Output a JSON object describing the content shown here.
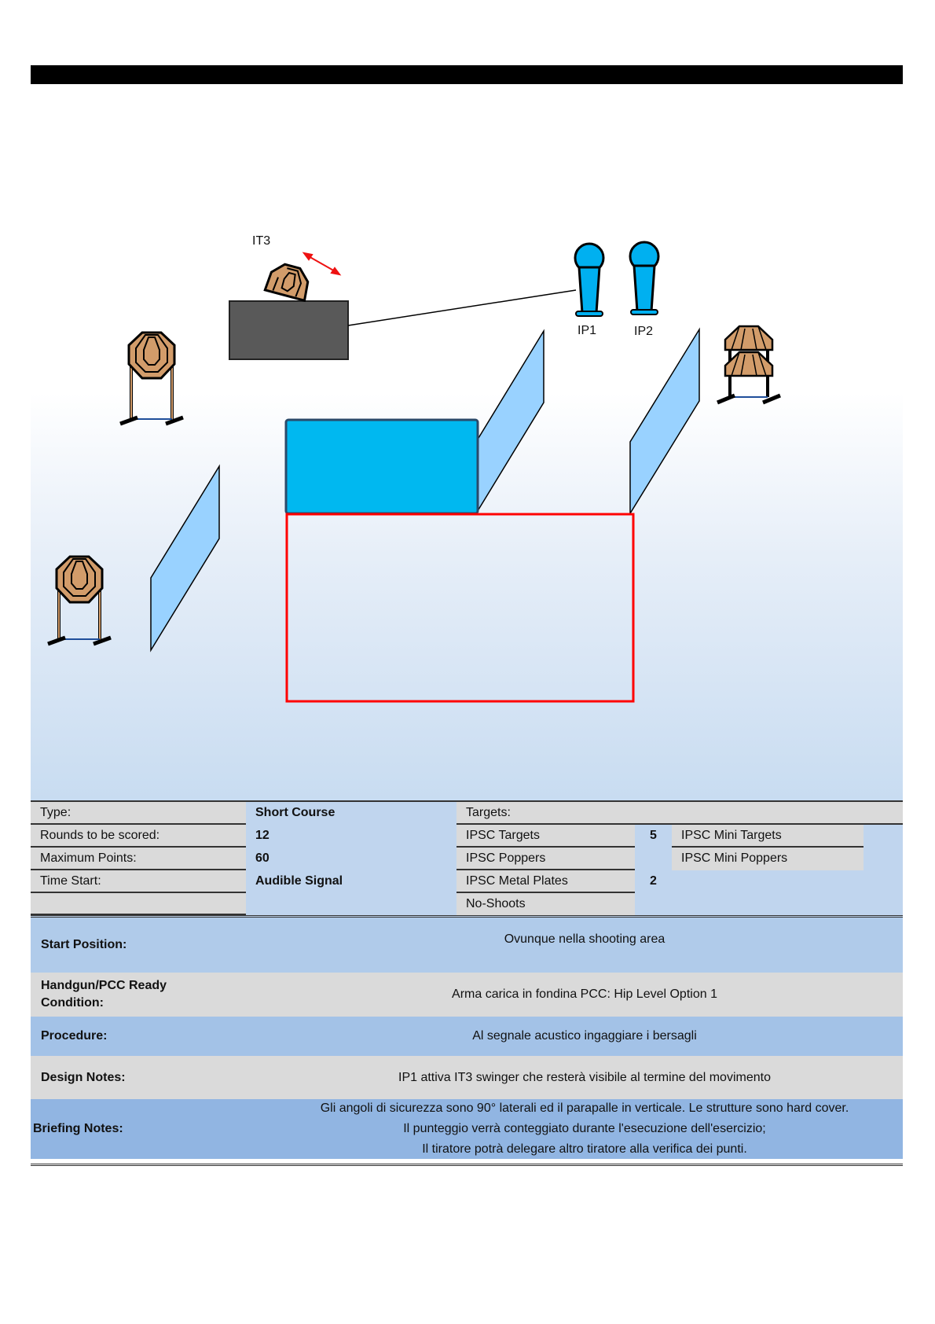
{
  "diagram": {
    "labels": {
      "it3": "IT3",
      "ip1": "IP1",
      "ip2": "IP2"
    }
  },
  "stage_info": {
    "type_label": "Type:",
    "type_value": "Short Course",
    "rounds_label": "Rounds to be scored:",
    "rounds_value": "12",
    "max_points_label": "Maximum Points:",
    "max_points_value": "60",
    "time_start_label": "Time Start:",
    "time_start_value": "Audible Signal"
  },
  "targets": {
    "header": "Targets:",
    "ipsc_targets": "IPSC Targets",
    "ipsc_targets_count": "5",
    "ipsc_poppers": "IPSC Poppers",
    "ipsc_metal_plates": "IPSC Metal Plates",
    "ipsc_metal_plates_count": "2",
    "no_shoots": "No-Shoots",
    "ipsc_mini_targets": "IPSC Mini Targets",
    "ipsc_mini_poppers": "IPSC Mini Poppers"
  },
  "notes": {
    "start_label": "Start Position:",
    "start_value": "Ovunque nella shooting area",
    "ready_label_1": "Handgun/PCC Ready",
    "ready_label_2": "Condition:",
    "ready_value": "Arma carica in fondina PCC: Hip Level Option 1",
    "procedure_label": "Procedure:",
    "procedure_value": "Al segnale acustico ingaggiare i bersagli",
    "design_label": "Design Notes:",
    "design_value": "IP1 attiva IT3 swinger che resterà visibile al termine del movimento",
    "briefing_label": "Briefing Notes:",
    "briefing_lines": [
      "Gli angoli di sicurezza sono 90° laterali ed il parapalle in verticale. Le strutture sono hard cover.",
      "Il punteggio verrà conteggiato durante l'esecuzione dell'esercizio;",
      "Il tiratore potrà delegare altro tiratore alla verifica dei punti."
    ]
  },
  "colors": {
    "target": "#d29c6a",
    "popper": "#00b0f0",
    "wall": "#99d2ff",
    "fault_line": "#ff0000",
    "barrel": "#00b8f0",
    "cover": "#595959"
  }
}
